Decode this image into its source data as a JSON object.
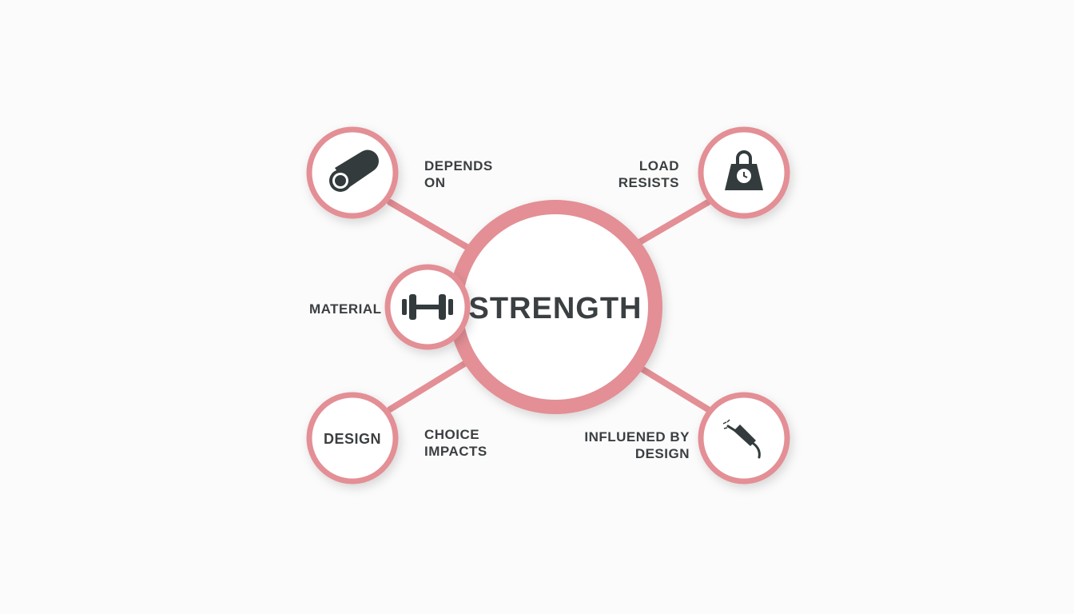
{
  "center": {
    "label": "STRENGTH"
  },
  "nodes": {
    "top_left": {
      "icon": "pipe-icon",
      "label_lines": [
        "DEPENDS",
        "ON"
      ]
    },
    "top_right": {
      "icon": "weight-icon",
      "label_lines": [
        "LOAD",
        "RESISTS"
      ]
    },
    "middle_left": {
      "icon": "dumbbell-icon",
      "label": "MATERIAL"
    },
    "bottom_left": {
      "text": "DESIGN",
      "label_lines": [
        "CHOICE",
        "IMPACTS"
      ]
    },
    "bottom_right": {
      "icon": "welding-torch-icon",
      "label_lines": [
        "INFLUENED BY",
        "DESIGN"
      ]
    }
  },
  "colors": {
    "accent": "#e38f95",
    "text": "#3b3f42",
    "background": "#fbfbfb"
  }
}
